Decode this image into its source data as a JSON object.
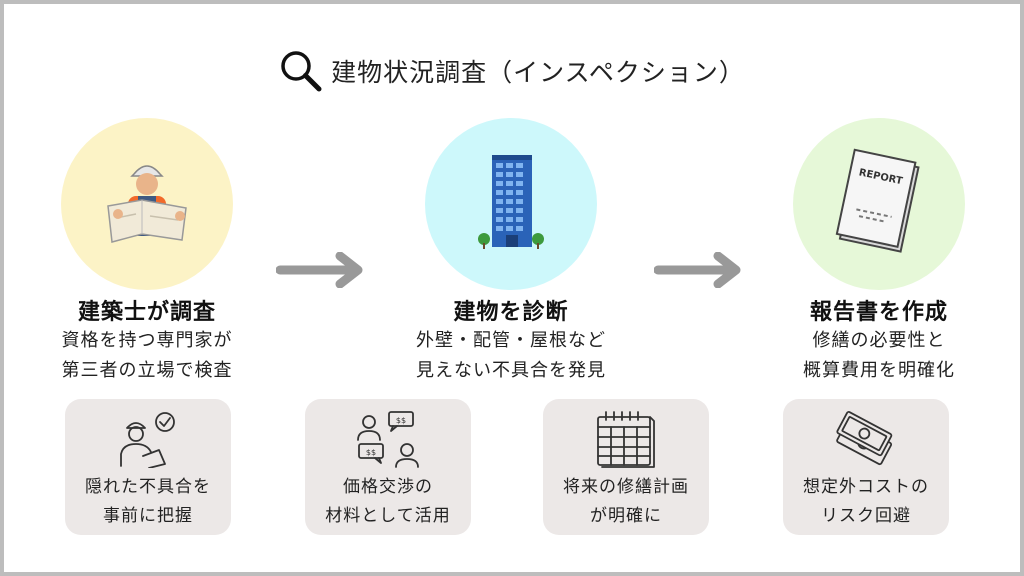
{
  "title": "建物状況調査（インスペクション）",
  "colors": {
    "circle_1": "#fcf3c6",
    "circle_2": "#cdf8fb",
    "circle_3": "#e6f8d8",
    "arrow": "#999999",
    "card_bg": "#ece8e7"
  },
  "icons": {
    "title": "magnifier-icon",
    "step_1": "inspector-worker-icon",
    "step_2": "office-building-icon",
    "step_3": "report-document-icon",
    "card_1": "worker-check-icon",
    "card_2": "negotiation-icon",
    "card_3": "calendar-icon",
    "card_4": "money-bills-icon"
  },
  "steps": [
    {
      "title": "建築士が調査",
      "desc": [
        "資格を持つ専門家が",
        "第三者の立場で検査"
      ]
    },
    {
      "title": "建物を診断",
      "desc": [
        "外壁・配管・屋根など",
        "見えない不具合を発見"
      ]
    },
    {
      "title": "報告書を作成",
      "desc": [
        "修繕の必要性と",
        "概算費用を明確化"
      ]
    }
  ],
  "report_label": "REPORT",
  "benefits": [
    [
      "隠れた不具合を",
      "事前に把握"
    ],
    [
      "価格交渉の",
      "材料として活用"
    ],
    [
      "将来の修繕計画",
      "が明確に"
    ],
    [
      "想定外コストの",
      "リスク回避"
    ]
  ]
}
